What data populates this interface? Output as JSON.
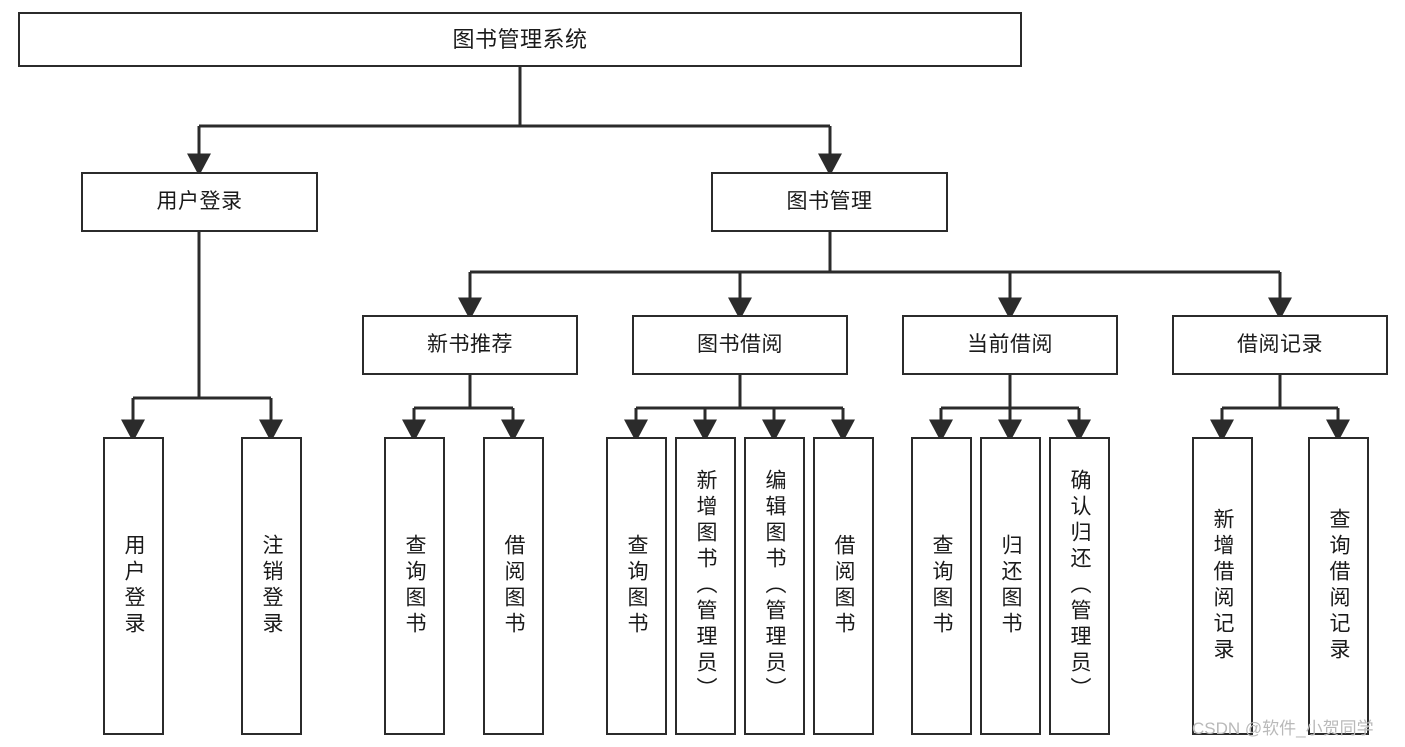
{
  "diagram": {
    "title": "图书管理系统",
    "watermark": "CSDN @软件_小贺同学",
    "colors": {
      "box_border": "#2b2b2b",
      "connector": "#2b2b2b",
      "background": "#ffffff",
      "text": "#1a1a1a",
      "watermark": "#b9b9b9"
    },
    "levels": {
      "root": {
        "label": "图书管理系统"
      },
      "level2": [
        {
          "label": "用户登录"
        },
        {
          "label": "图书管理"
        }
      ],
      "level3": [
        {
          "label": "新书推荐"
        },
        {
          "label": "图书借阅"
        },
        {
          "label": "当前借阅"
        },
        {
          "label": "借阅记录"
        }
      ],
      "leaves": [
        {
          "label": "用户登录",
          "parent": "用户登录"
        },
        {
          "label": "注销登录",
          "parent": "用户登录"
        },
        {
          "label": "查询图书",
          "parent": "新书推荐"
        },
        {
          "label": "借阅图书",
          "parent": "新书推荐"
        },
        {
          "label": "查询图书",
          "parent": "图书借阅"
        },
        {
          "label": "新增图书（管理员）",
          "parent": "图书借阅"
        },
        {
          "label": "编辑图书（管理员）",
          "parent": "图书借阅"
        },
        {
          "label": "借阅图书",
          "parent": "图书借阅"
        },
        {
          "label": "查询图书",
          "parent": "当前借阅"
        },
        {
          "label": "归还图书",
          "parent": "当前借阅"
        },
        {
          "label": "确认归还（管理员）",
          "parent": "当前借阅"
        },
        {
          "label": "新增借阅记录",
          "parent": "借阅记录"
        },
        {
          "label": "查询借阅记录",
          "parent": "借阅记录"
        }
      ]
    }
  }
}
